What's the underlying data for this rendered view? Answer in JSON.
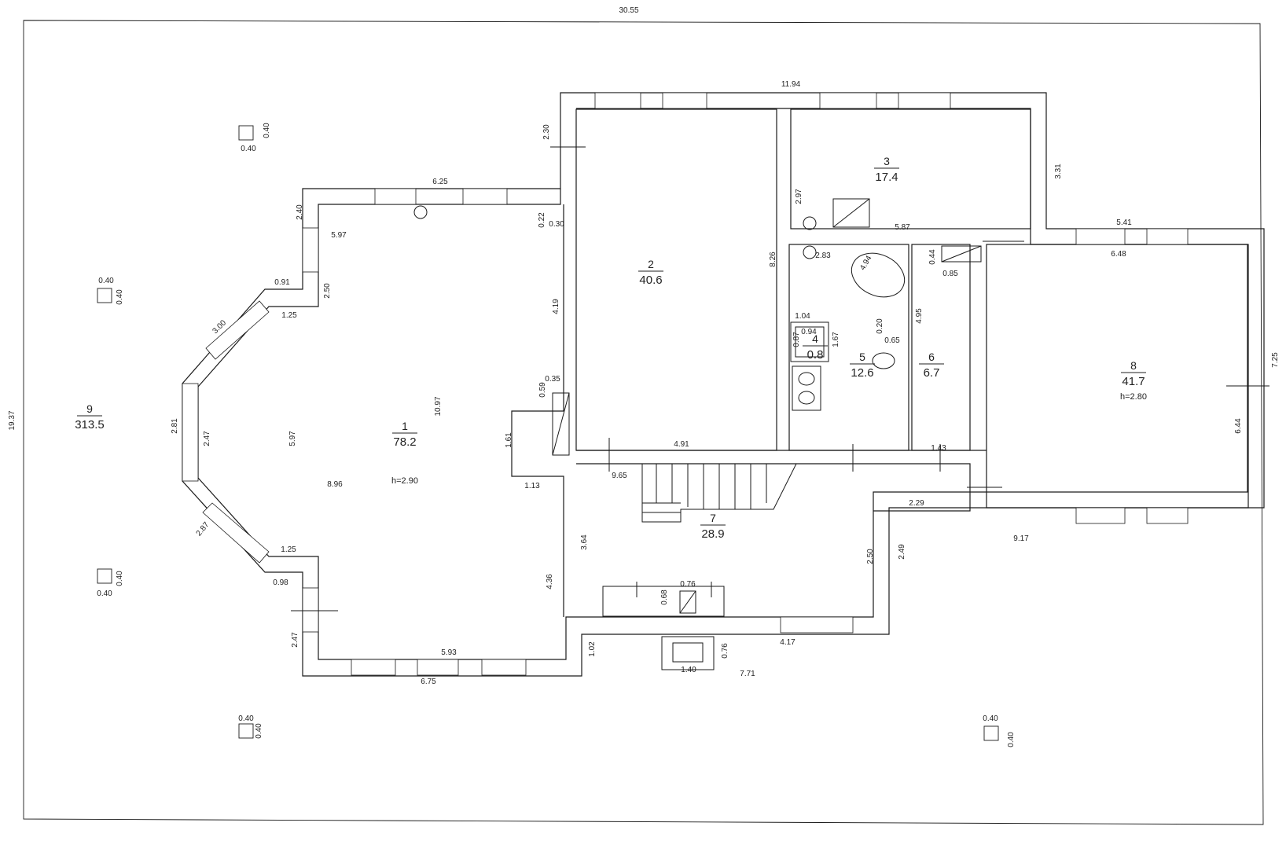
{
  "rooms": [
    {
      "id": "1",
      "area": "78.2",
      "note": "h=2.90"
    },
    {
      "id": "2",
      "area": "40.6"
    },
    {
      "id": "3",
      "area": "17.4"
    },
    {
      "id": "4",
      "area": "0.8"
    },
    {
      "id": "5",
      "area": "12.6"
    },
    {
      "id": "6",
      "area": "6.7"
    },
    {
      "id": "7",
      "area": "28.9"
    },
    {
      "id": "8",
      "area": "41.7",
      "note": "h=2.80"
    },
    {
      "id": "9",
      "area": "313.5"
    }
  ],
  "site_dims": {
    "width": "30.55",
    "height": "19.37"
  },
  "dims": [
    "11.94",
    "2.30",
    "3.31",
    "6.25",
    "2.40",
    "5.97",
    "0.22",
    "0.30",
    "2.97",
    "5.87",
    "5.41",
    "6.48",
    "0.91",
    "2.50",
    "1.25",
    "3.00",
    "4.19",
    "8.26",
    "2.83",
    "4.94",
    "0.44",
    "0.85",
    "1.04",
    "0.94",
    "0.87",
    "1.67",
    "0.20",
    "0.65",
    "4.95",
    "0.59",
    "0.35",
    "10.97",
    "2.81",
    "2.47",
    "5.97",
    "7.25",
    "1.61",
    "4.91",
    "1.43",
    "6.44",
    "8.96",
    "1.13",
    "9.65",
    "2.29",
    "2.87",
    "3.64",
    "9.17",
    "1.25",
    "2.50",
    "2.49",
    "0.98",
    "4.36",
    "0.76",
    "0.68",
    "2.47",
    "1.02",
    "4.17",
    "0.76",
    "5.93",
    "1.40",
    "7.71",
    "6.75",
    "0.40",
    "0.40",
    "0.40",
    "0.40",
    "0.40",
    "0.40",
    "0.40",
    "0.40",
    "0.40",
    "0.40"
  ]
}
